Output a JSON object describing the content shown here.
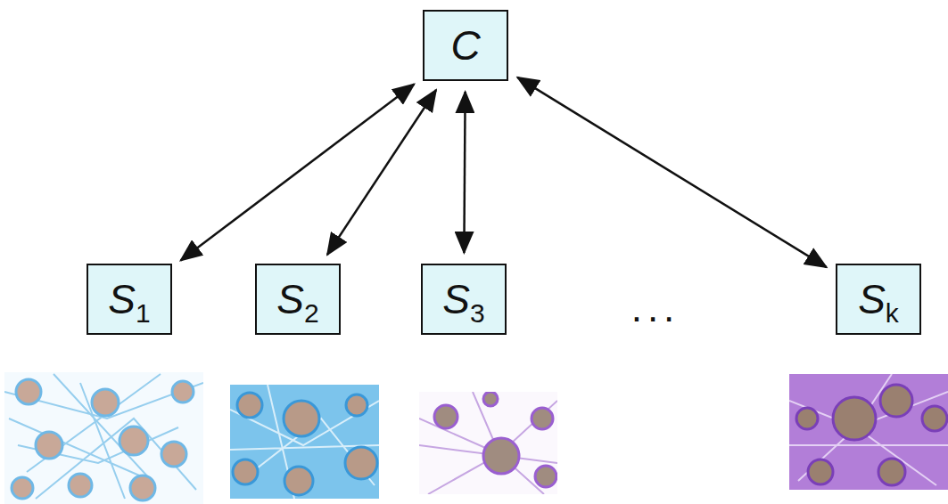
{
  "diagram": {
    "nodes": [
      {
        "text": [
          "C"
        ]
      },
      {
        "text": [
          "S1"
        ]
      },
      {
        "text": [
          "S2"
        ]
      },
      {
        "text": [
          "S3"
        ]
      },
      {
        "text": [
          "Sk"
        ]
      }
    ],
    "edges": [
      {
        "from": 0,
        "to": 1,
        "arrow": "both"
      },
      {
        "from": 0,
        "to": 2,
        "arrow": "both"
      },
      {
        "from": 0,
        "to": 3,
        "arrow": "both"
      },
      {
        "from": 0,
        "to": 4,
        "arrow": "both"
      }
    ],
    "labels": [
      "..."
    ]
  }
}
